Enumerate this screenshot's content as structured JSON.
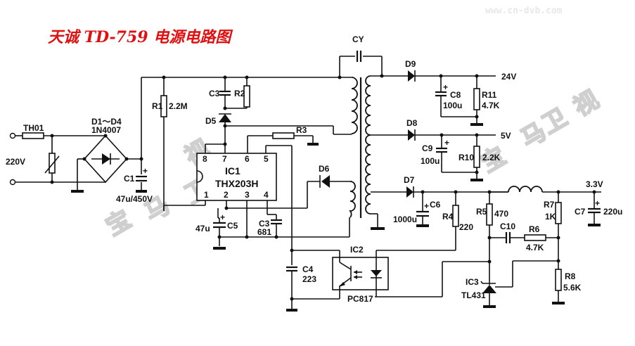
{
  "title": "天诚 TD-759 电源电路图",
  "watermarks": {
    "url": "www.cn-dvb.com",
    "chinese": [
      "宝",
      "马",
      "卫",
      "视"
    ]
  },
  "input": {
    "voltage": "220V",
    "thermistor": "TH01"
  },
  "components": {
    "bridge": {
      "ref": "D1～D4",
      "value": "1N4007"
    },
    "C1": {
      "ref": "C1",
      "value": "47u/450V"
    },
    "R1": {
      "ref": "R1",
      "value": "2.2M"
    },
    "C3_top": {
      "ref": "C3"
    },
    "R2": {
      "ref": "R2"
    },
    "D5": {
      "ref": "D5"
    },
    "R3": {
      "ref": "R3"
    },
    "IC1": {
      "ref": "IC1",
      "part": "THX203H",
      "pins": [
        "1",
        "2",
        "3",
        "4",
        "5",
        "6",
        "7",
        "8"
      ]
    },
    "C5": {
      "ref": "C5",
      "value": "47u"
    },
    "C3_bottom": {
      "ref": "C3",
      "value": "681"
    },
    "D6": {
      "ref": "D6"
    },
    "CY": {
      "ref": "CY"
    },
    "C4": {
      "ref": "C4",
      "value": "223"
    },
    "IC2": {
      "ref": "IC2",
      "part": "PC817"
    },
    "D9": {
      "ref": "D9"
    },
    "C8": {
      "ref": "C8",
      "value": "100u"
    },
    "R11": {
      "ref": "R11",
      "value": "4.7K"
    },
    "D8": {
      "ref": "D8"
    },
    "C9": {
      "ref": "C9",
      "value": "100u"
    },
    "R10": {
      "ref": "R10",
      "value": "2.2K"
    },
    "D7": {
      "ref": "D7"
    },
    "C6": {
      "ref": "C6",
      "value": "1000u"
    },
    "R4": {
      "ref": "R4",
      "value": "220"
    },
    "R5": {
      "ref": "R5",
      "value": "470"
    },
    "C10": {
      "ref": "C10"
    },
    "R6": {
      "ref": "R6",
      "value": "4.7K"
    },
    "R7": {
      "ref": "R7",
      "value": "1K"
    },
    "C7": {
      "ref": "C7",
      "value": "220u"
    },
    "R8": {
      "ref": "R8",
      "value": "5.6K"
    },
    "IC3": {
      "ref": "IC3",
      "part": "TL431"
    }
  },
  "outputs": {
    "v24": "24V",
    "v5": "5V",
    "v33": "3.3V"
  },
  "cap_polarity": "+"
}
